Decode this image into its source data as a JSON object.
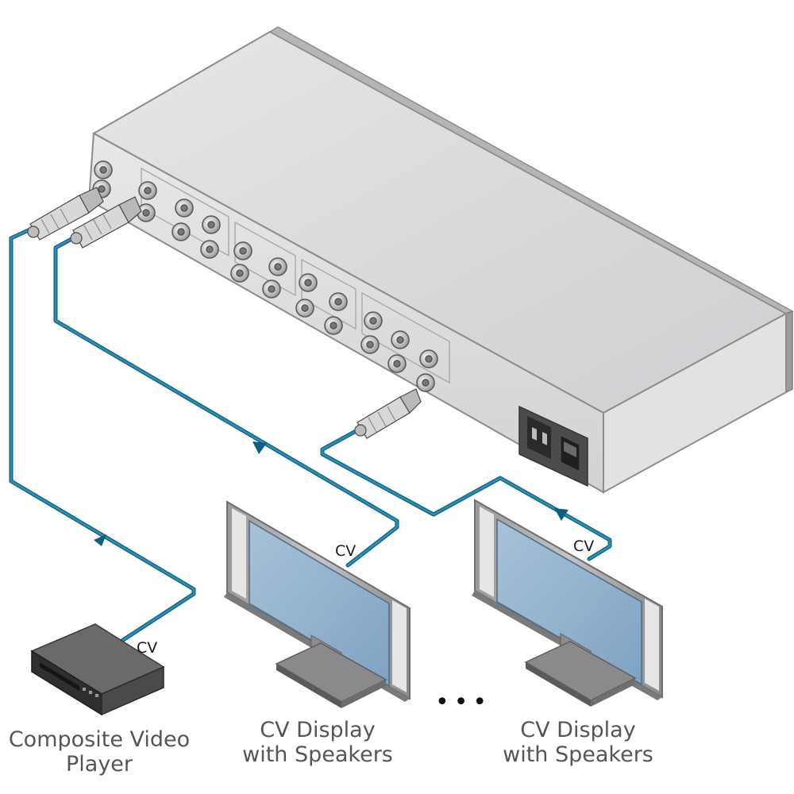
{
  "diagram": {
    "accent_color": "#1b80a6",
    "chassis_color": "#d6d6d8",
    "screen_color": "#8fb2cf",
    "cable_labels": {
      "player": "CV",
      "display_1": "CV",
      "display_2": "CV"
    },
    "devices": {
      "player": {
        "caption_line_1": "Composite Video",
        "caption_line_2": "Player",
        "icon": "dvd-player-icon"
      },
      "display_1": {
        "caption_line_1": "CV Display",
        "caption_line_2": "with Speakers",
        "icon": "display-icon"
      },
      "display_2": {
        "caption_line_1": "CV Display",
        "caption_line_2": "with Speakers",
        "icon": "display-icon"
      },
      "distributor": {
        "icon": "distribution-amplifier-icon"
      }
    },
    "ellipsis": "•••"
  }
}
